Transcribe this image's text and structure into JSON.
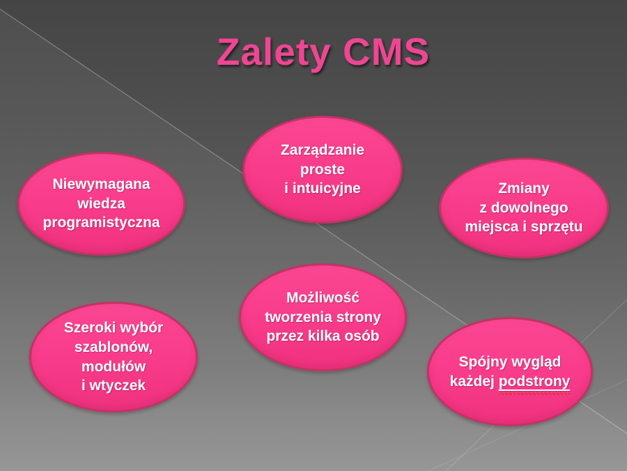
{
  "slide": {
    "title": "Zalety CMS"
  },
  "colors": {
    "title_pink": "#ee4693",
    "bubble_fill": "#f93d8c",
    "bubble_border": "#c23365",
    "text_white": "#ffffff",
    "bg_top_gray": "#454545",
    "bg_bottom_gray": "#929292",
    "spellcheck_red": "#e0352c"
  },
  "bubbles": [
    {
      "id": "niewymagana-wiedza",
      "lines": [
        "Niewymagana",
        "wiedza",
        "programistyczna"
      ]
    },
    {
      "id": "zarzadzanie-proste",
      "lines": [
        "Zarządzanie",
        "proste",
        "i intuicyjne"
      ]
    },
    {
      "id": "zmiany-z-dowolnego",
      "lines": [
        "Zmiany",
        "z dowolnego",
        "miejsca i sprzętu"
      ]
    },
    {
      "id": "szeroki-wybor",
      "lines": [
        "Szeroki wybór",
        "szablonów,",
        "modułów",
        "i wtyczek"
      ]
    },
    {
      "id": "mozliwosc-tworzenia",
      "lines": [
        "Możliwość",
        "tworzenia strony",
        "przez kilka osób"
      ]
    },
    {
      "id": "spojny-wyglad",
      "lines": [
        "Spójny wygląd"
      ],
      "line2_prefix": "każdej ",
      "misspelled_word": "podstrony"
    }
  ]
}
